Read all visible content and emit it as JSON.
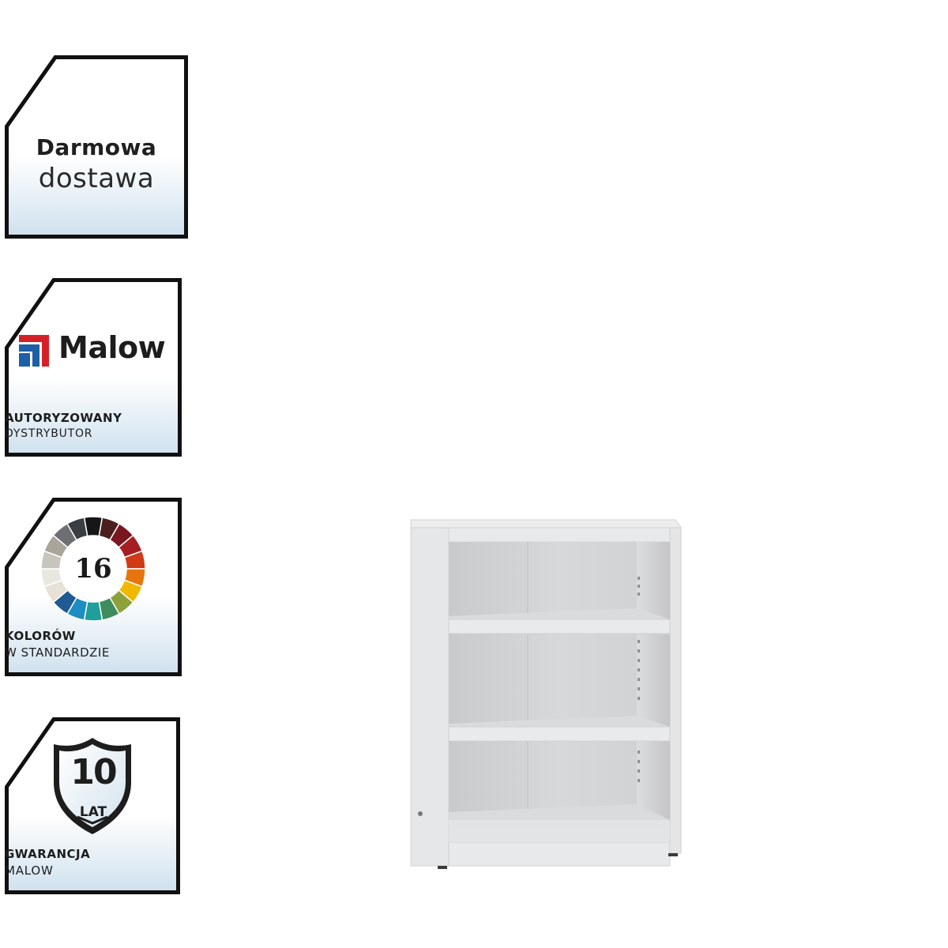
{
  "badges": {
    "delivery": {
      "line1": "Darmowa",
      "line2": "dostawa"
    },
    "brand": {
      "name": "Malow",
      "line1": "AUTORYZOWANY",
      "line2": "DYSTRYBUTOR",
      "logo_colors": [
        "#d62027",
        "#1f5fa8"
      ]
    },
    "colors": {
      "count": "16",
      "line1": "KOLORÓW",
      "line2": "W STANDARDZIE",
      "swatches": [
        "#161616",
        "#4a1f1c",
        "#7a1620",
        "#a61e22",
        "#d03a16",
        "#e7750e",
        "#f0b800",
        "#8da13a",
        "#3f8c5e",
        "#1f9e9a",
        "#1c8ec4",
        "#1f5a92",
        "#e7e1d6",
        "#e9e7df",
        "#c7c5bd",
        "#a9a59a",
        "#6e6f72",
        "#3a3d42"
      ]
    },
    "warranty": {
      "years": "10",
      "unit": "LAT",
      "line1": "GWARANCJA",
      "line2": "MALOW"
    }
  },
  "product": {
    "name": "open-bookcase",
    "color": "#e3e4e6"
  }
}
